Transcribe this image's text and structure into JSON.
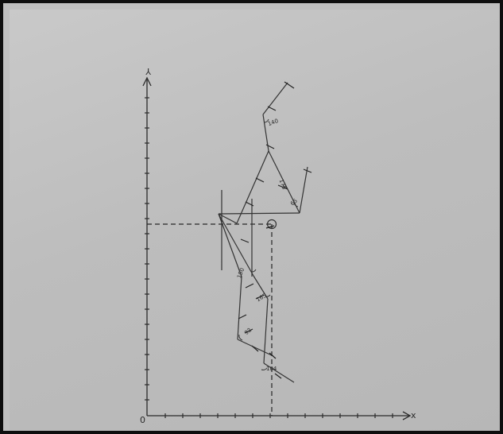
{
  "axes": {
    "y_label": "Y",
    "x_label": "x",
    "origin_label": "0"
  },
  "angles": [
    "140",
    "175",
    "65",
    "150",
    "165",
    "92",
    "104"
  ]
}
